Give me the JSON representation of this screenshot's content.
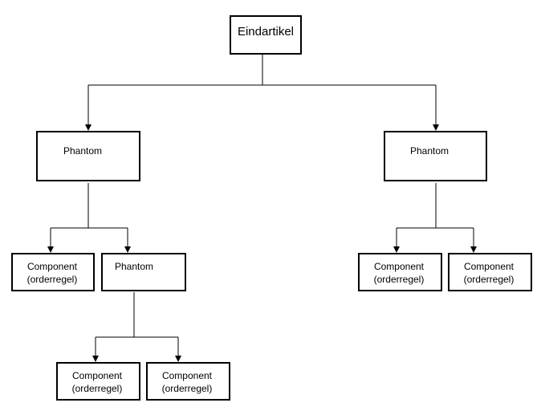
{
  "nodes": [
    {
      "id": "root",
      "lines": [
        "Eindartikel"
      ]
    },
    {
      "id": "phantom-left",
      "lines": [
        "Phantom"
      ]
    },
    {
      "id": "phantom-right",
      "lines": [
        "Phantom"
      ]
    },
    {
      "id": "component-1",
      "lines": [
        "Component",
        "(orderregel)"
      ]
    },
    {
      "id": "phantom-mid",
      "lines": [
        "Phantom"
      ]
    },
    {
      "id": "component-2",
      "lines": [
        "Component",
        "(orderregel)"
      ]
    },
    {
      "id": "component-3",
      "lines": [
        "Component",
        "(orderregel)"
      ]
    },
    {
      "id": "component-4",
      "lines": [
        "Component",
        "(orderregel)"
      ]
    },
    {
      "id": "component-5",
      "lines": [
        "Component",
        "(orderregel)"
      ]
    }
  ],
  "edges": [
    {
      "from": "root",
      "to": "phantom-left"
    },
    {
      "from": "root",
      "to": "phantom-right"
    },
    {
      "from": "phantom-left",
      "to": "component-1"
    },
    {
      "from": "phantom-left",
      "to": "phantom-mid"
    },
    {
      "from": "phantom-right",
      "to": "component-2"
    },
    {
      "from": "phantom-right",
      "to": "component-3"
    },
    {
      "from": "phantom-mid",
      "to": "component-4"
    },
    {
      "from": "phantom-mid",
      "to": "component-5"
    }
  ],
  "colors": {
    "stroke": "#000000",
    "fill": "#ffffff",
    "text": "#000000"
  }
}
